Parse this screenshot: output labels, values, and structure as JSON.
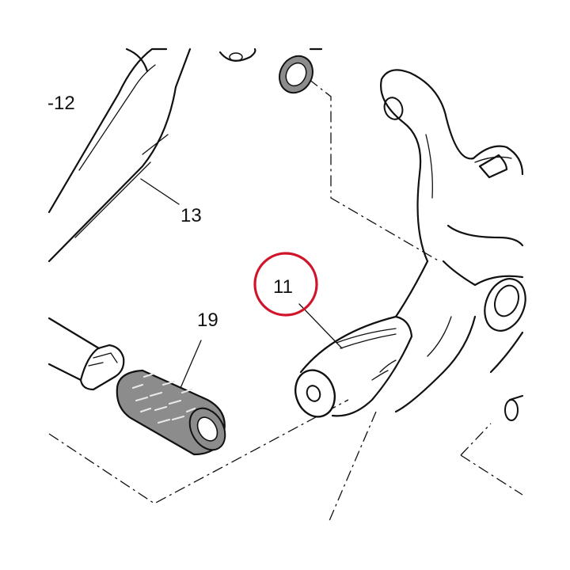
{
  "callouts": [
    {
      "id": "label-12",
      "text": "-12"
    },
    {
      "id": "label-13",
      "text": "13"
    },
    {
      "id": "label-19",
      "text": "19"
    },
    {
      "id": "label-11",
      "text": "11"
    }
  ],
  "highlight": {
    "color": "#d2142b",
    "target": "11"
  },
  "colors": {
    "line": "#111111",
    "rubber": "#8c8c8c",
    "background": "#ffffff"
  }
}
